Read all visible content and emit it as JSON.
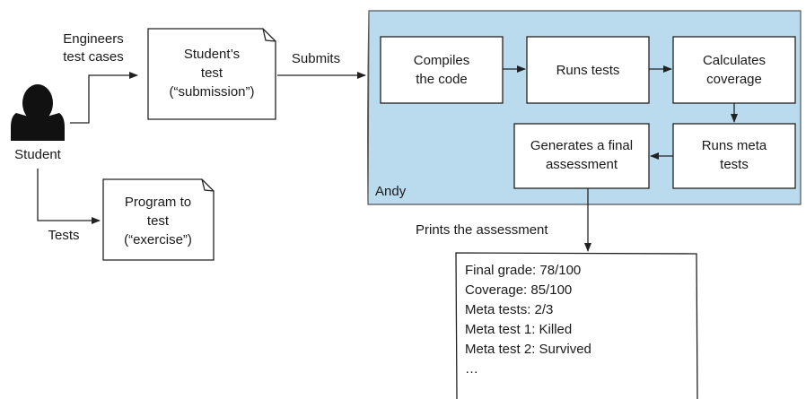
{
  "actor": {
    "label": "Student"
  },
  "edges": {
    "engineers": [
      "Engineers",
      "test cases"
    ],
    "tests": "Tests",
    "submits": "Submits",
    "prints": "Prints the assessment"
  },
  "students_test": {
    "lines": [
      "Student’s",
      "test",
      "(“submission”)"
    ]
  },
  "program_to_test": {
    "lines": [
      "Program to",
      "test",
      "(“exercise”)"
    ]
  },
  "system": {
    "name": "Andy",
    "background": "#b9dbed",
    "steps": {
      "compile": [
        "Compiles",
        "the code"
      ],
      "run_tests": [
        "Runs tests"
      ],
      "coverage": [
        "Calculates",
        "coverage"
      ],
      "meta": [
        "Runs meta",
        "tests"
      ],
      "assessment": [
        "Generates a final",
        "assessment"
      ]
    }
  },
  "report": {
    "lines": [
      "Final grade: 78/100",
      "Coverage: 85/100",
      "Meta tests: 2/3",
      "Meta test 1: Killed",
      "Meta test 2: Survived",
      "…"
    ]
  }
}
